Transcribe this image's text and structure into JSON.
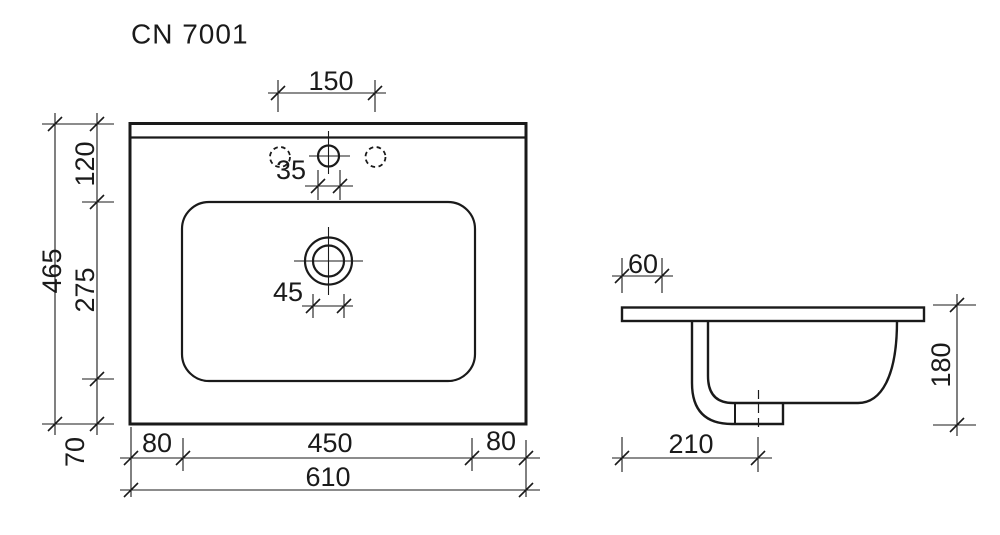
{
  "title": "CN 7001",
  "plan_view": {
    "name": "washbasin plan view",
    "dims": {
      "faucet_hole_spacing": "150",
      "faucet_hole_diameter": "35",
      "drain_diameter": "45",
      "total_depth": "465",
      "back_to_basin": "120",
      "basin_depth": "275",
      "basin_to_front": "70",
      "left_margin": "80",
      "basin_width": "450",
      "right_margin": "80",
      "total_width": "610"
    }
  },
  "side_view": {
    "name": "washbasin side section view",
    "dims": {
      "back_edge_offset": "60",
      "total_height": "180",
      "drain_center_offset": "210"
    }
  },
  "colors": {
    "line": "#1a1a1a",
    "background": "#ffffff"
  }
}
